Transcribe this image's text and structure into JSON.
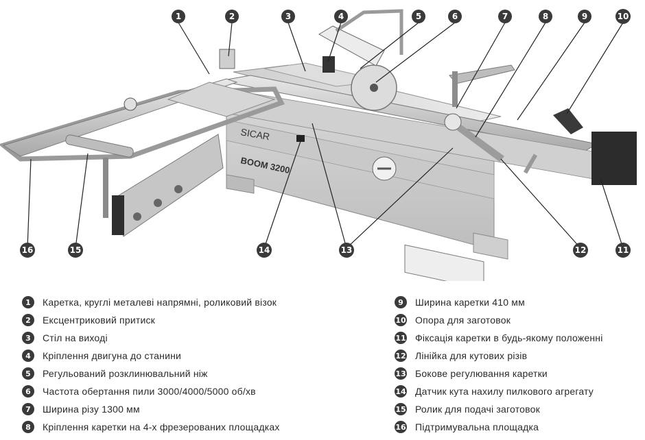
{
  "machine": {
    "brand": "SICAR",
    "model": "BOOM 3200"
  },
  "callouts": [
    "1",
    "2",
    "3",
    "4",
    "5",
    "6",
    "7",
    "8",
    "9",
    "10",
    "11",
    "12",
    "13",
    "14",
    "15",
    "16"
  ],
  "legend": {
    "left": [
      {
        "num": "1",
        "text": "Каретка, круглі металеві напрямні,  роликовий візок"
      },
      {
        "num": "2",
        "text": "Ексцентриковий притиск"
      },
      {
        "num": "3",
        "text": "Стіл на виході"
      },
      {
        "num": "4",
        "text": "Кріплення двигуна до станини"
      },
      {
        "num": "5",
        "text": "Регульований розклинювальний ніж"
      },
      {
        "num": "6",
        "text": "Частота обертання пили 3000/4000/5000 об/хв"
      },
      {
        "num": "7",
        "text": "Ширина різу 1300 мм"
      },
      {
        "num": "8",
        "text": "Кріплення каретки на 4-х фрезерованих площадках"
      }
    ],
    "right": [
      {
        "num": "9",
        "text": "Ширина каретки 410 мм"
      },
      {
        "num": "10",
        "text": "Опора для заготовок"
      },
      {
        "num": "11",
        "text": "Фіксація каретки в будь-якому положенні"
      },
      {
        "num": "12",
        "text": "Лінійка для кутових різів"
      },
      {
        "num": "13",
        "text": "Бокове регулювання каретки"
      },
      {
        "num": "14",
        "text": "Датчик кута нахилу пилкового агрегату"
      },
      {
        "num": "15",
        "text": "Ролик для подачі заготовок"
      },
      {
        "num": "16",
        "text": "Підтримувальна площадка"
      }
    ]
  }
}
